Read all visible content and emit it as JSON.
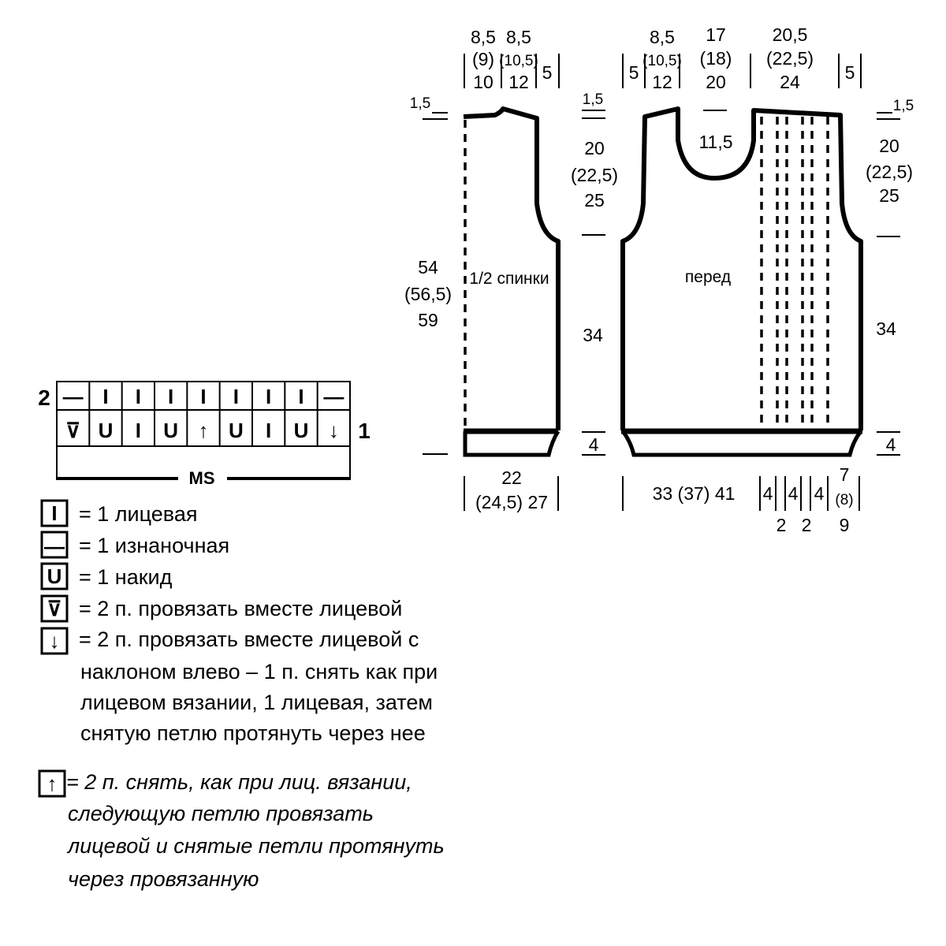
{
  "back": {
    "label": "1/2 спинки",
    "top_dims": [
      {
        "lines": [
          "8,5",
          "(9)",
          "10"
        ]
      },
      {
        "lines": [
          "8,5",
          "(10,5)",
          "12"
        ]
      },
      {
        "lines": [
          "5"
        ]
      }
    ],
    "left_dims": {
      "shoulder": "1,5",
      "height": [
        "54",
        "(56,5)",
        "59"
      ]
    },
    "right_dims": {
      "shoulder": "1,5",
      "armhole": [
        "20",
        "(22,5)",
        "25"
      ],
      "body": "34",
      "rib": "4"
    },
    "bottom_dim": [
      "22",
      "(24,5) 27"
    ]
  },
  "front": {
    "label": "перед",
    "top_dims": [
      {
        "lines": [
          "5"
        ]
      },
      {
        "lines": [
          "8,5",
          "(10,5)",
          "12"
        ]
      },
      {
        "lines": [
          "17",
          "(18)",
          "20"
        ]
      },
      {
        "lines": [
          "20,5",
          "(22,5)",
          "24"
        ]
      },
      {
        "lines": [
          "5"
        ]
      }
    ],
    "neck_depth": "11,5",
    "right_dims": {
      "shoulder": "1,5",
      "armhole": [
        "20",
        "(22,5)",
        "25"
      ],
      "body": "34",
      "rib": "4"
    },
    "bottom_dims": {
      "width": "33 (37) 41",
      "stripes_top": [
        "4",
        "4",
        "4"
      ],
      "stripes_bottom": [
        "2",
        "2"
      ],
      "edge": [
        "7",
        "(8)",
        "9"
      ]
    }
  },
  "chart": {
    "row_labels": [
      "2",
      "1"
    ],
    "row2": [
      "—",
      "I",
      "I",
      "I",
      "I",
      "I",
      "I",
      "I",
      "—"
    ],
    "row1": [
      "⊽",
      "U",
      "I",
      "U",
      "↑",
      "U",
      "I",
      "U",
      "↓"
    ],
    "caption": "MS"
  },
  "legend": {
    "items": [
      {
        "symbol": "I",
        "text": "= 1 лицевая"
      },
      {
        "symbol": "—",
        "text": "= 1 изнаночная"
      },
      {
        "symbol": "U",
        "text": "= 1 накид"
      },
      {
        "symbol": "⊽",
        "text": "= 2 п. провязать вместе лицевой"
      },
      {
        "symbol": "↓",
        "lines": [
          "= 2 п. провязать вместе лицевой с",
          "наклоном влево – 1 п. снять как при",
          "лицевом вязании, 1 лицевая, затем",
          "снятую петлю протянуть через нее"
        ]
      }
    ],
    "italic_item": {
      "symbol": "↑",
      "lines": [
        "= 2 п. снять, как при лиц. вязании,",
        "следующую петлю провязать",
        "лицевой и снятые петли протянуть",
        "через провязанную"
      ]
    }
  }
}
